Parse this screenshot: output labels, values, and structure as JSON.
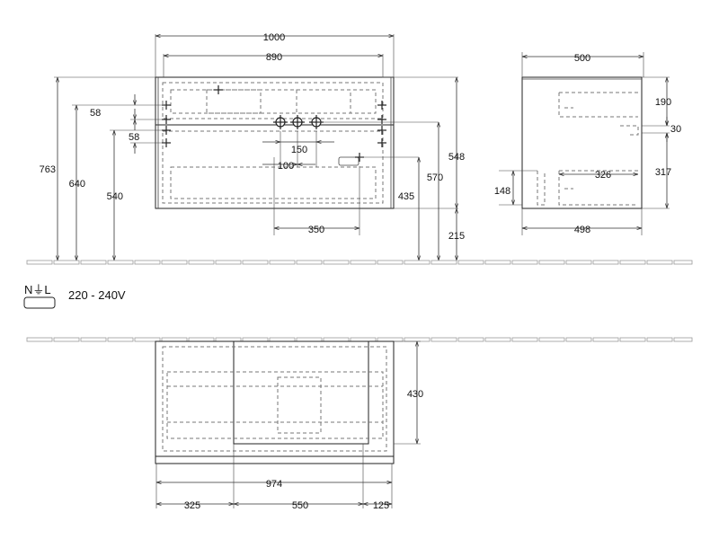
{
  "drawing": {
    "front_view": {
      "width_total": "1000",
      "width_inner": "890",
      "dim_58_upper": "58",
      "dim_58_lower": "58",
      "dim_150": "150",
      "dim_100": "100",
      "dim_350": "350",
      "height_763": "763",
      "height_640": "640",
      "height_540": "540",
      "height_435": "435",
      "height_570": "570",
      "height_548": "548",
      "height_215": "215"
    },
    "side_view": {
      "depth_top": "500",
      "depth_bottom": "498",
      "dim_190": "190",
      "dim_30": "30",
      "dim_317": "317",
      "dim_326": "326",
      "dim_148": "148"
    },
    "plan_view": {
      "depth_430": "430",
      "width_974": "974",
      "seg_left": "325",
      "seg_mid": "550",
      "seg_right": "125"
    },
    "electrical": {
      "terminal_label": "N⏚L",
      "voltage": "220 - 240V"
    }
  }
}
